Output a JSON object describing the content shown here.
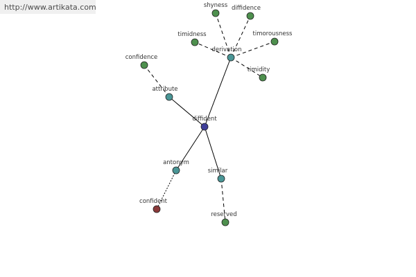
{
  "source": {
    "url": "http://www.artikata.com"
  },
  "colors": {
    "center": "#3f3f99",
    "relation": "#4a9696",
    "synonym": "#4e904e",
    "antonym": "#8a3a3a",
    "edge": "#000000",
    "background": "#ffffff"
  },
  "graph": {
    "nodes": [
      {
        "id": "diffident",
        "label": "diffident",
        "kind": "center"
      },
      {
        "id": "derivation",
        "label": "derivation",
        "kind": "relation"
      },
      {
        "id": "attribute",
        "label": "attribute",
        "kind": "relation"
      },
      {
        "id": "antonym",
        "label": "antonym",
        "kind": "relation"
      },
      {
        "id": "similar",
        "label": "similar",
        "kind": "relation"
      },
      {
        "id": "shyness",
        "label": "shyness",
        "kind": "synonym"
      },
      {
        "id": "diffidence",
        "label": "diffidence",
        "kind": "synonym"
      },
      {
        "id": "timidness",
        "label": "timidness",
        "kind": "synonym"
      },
      {
        "id": "timorousness",
        "label": "timorousness",
        "kind": "synonym"
      },
      {
        "id": "timidity",
        "label": "timidity",
        "kind": "synonym"
      },
      {
        "id": "confidence",
        "label": "confidence",
        "kind": "synonym"
      },
      {
        "id": "confident",
        "label": "confident",
        "kind": "antonym"
      },
      {
        "id": "reserved",
        "label": "reserved",
        "kind": "synonym"
      }
    ],
    "edges": [
      {
        "from": "diffident",
        "to": "derivation",
        "style": "solid"
      },
      {
        "from": "diffident",
        "to": "attribute",
        "style": "solid"
      },
      {
        "from": "diffident",
        "to": "antonym",
        "style": "solid"
      },
      {
        "from": "diffident",
        "to": "similar",
        "style": "solid"
      },
      {
        "from": "derivation",
        "to": "shyness",
        "style": "dashed"
      },
      {
        "from": "derivation",
        "to": "diffidence",
        "style": "dashed"
      },
      {
        "from": "derivation",
        "to": "timidness",
        "style": "dashed"
      },
      {
        "from": "derivation",
        "to": "timorousness",
        "style": "dashed"
      },
      {
        "from": "derivation",
        "to": "timidity",
        "style": "dashed"
      },
      {
        "from": "attribute",
        "to": "confidence",
        "style": "dashed"
      },
      {
        "from": "antonym",
        "to": "confident",
        "style": "dotted"
      },
      {
        "from": "similar",
        "to": "reserved",
        "style": "dashed"
      }
    ]
  }
}
